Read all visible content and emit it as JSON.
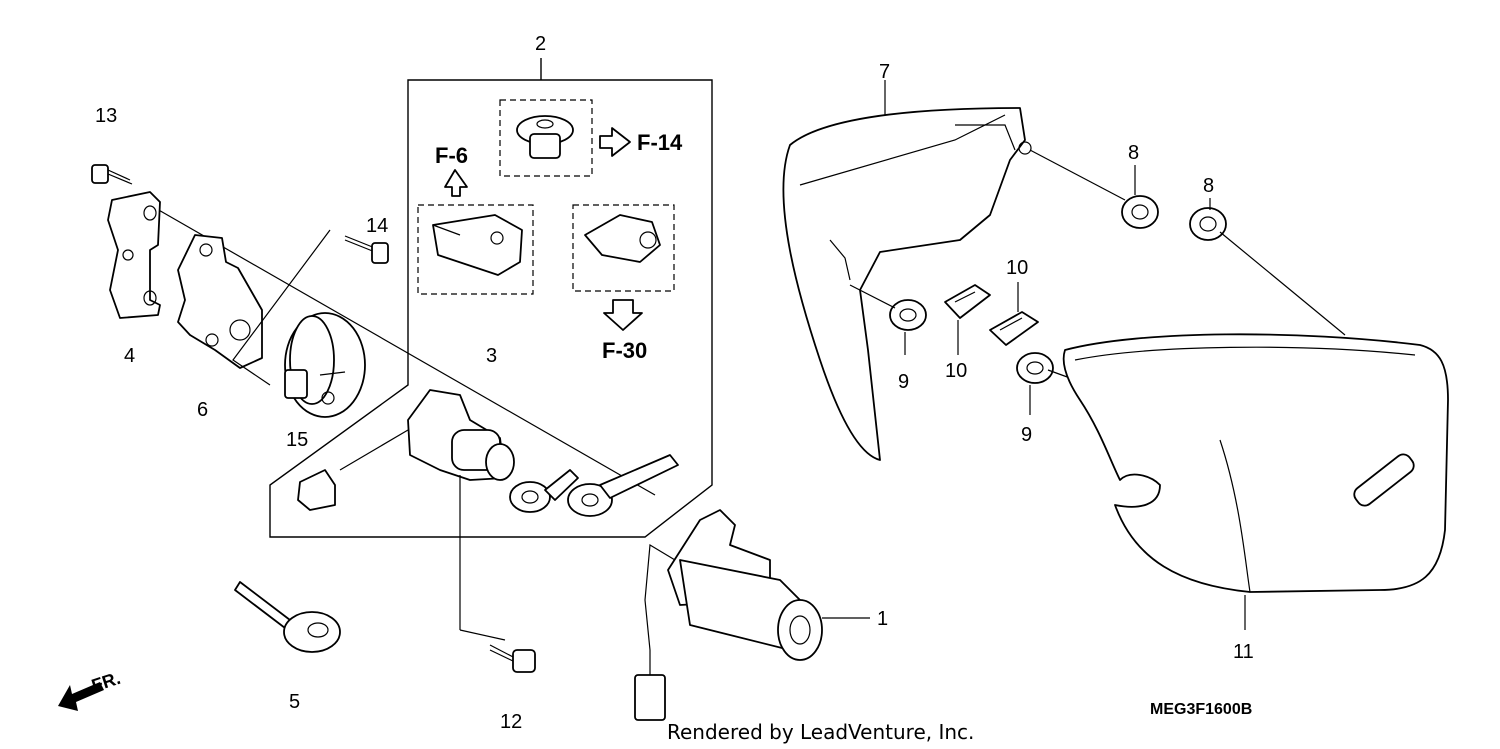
{
  "callouts": {
    "c1": "1",
    "c2": "2",
    "c3": "3",
    "c4": "4",
    "c5": "5",
    "c6": "6",
    "c7": "7",
    "c8a": "8",
    "c8b": "8",
    "c9a": "9",
    "c9b": "9",
    "c10a": "10",
    "c10b": "10",
    "c11": "11",
    "c12": "12",
    "c13": "13",
    "c14": "14",
    "c15": "15"
  },
  "references": {
    "f6": "F-6",
    "f14": "F-14",
    "f30": "F-30"
  },
  "front_indicator": "FR.",
  "diagram_code": "MEG3F1600B",
  "credit": "Rendered by LeadVenture, Inc."
}
